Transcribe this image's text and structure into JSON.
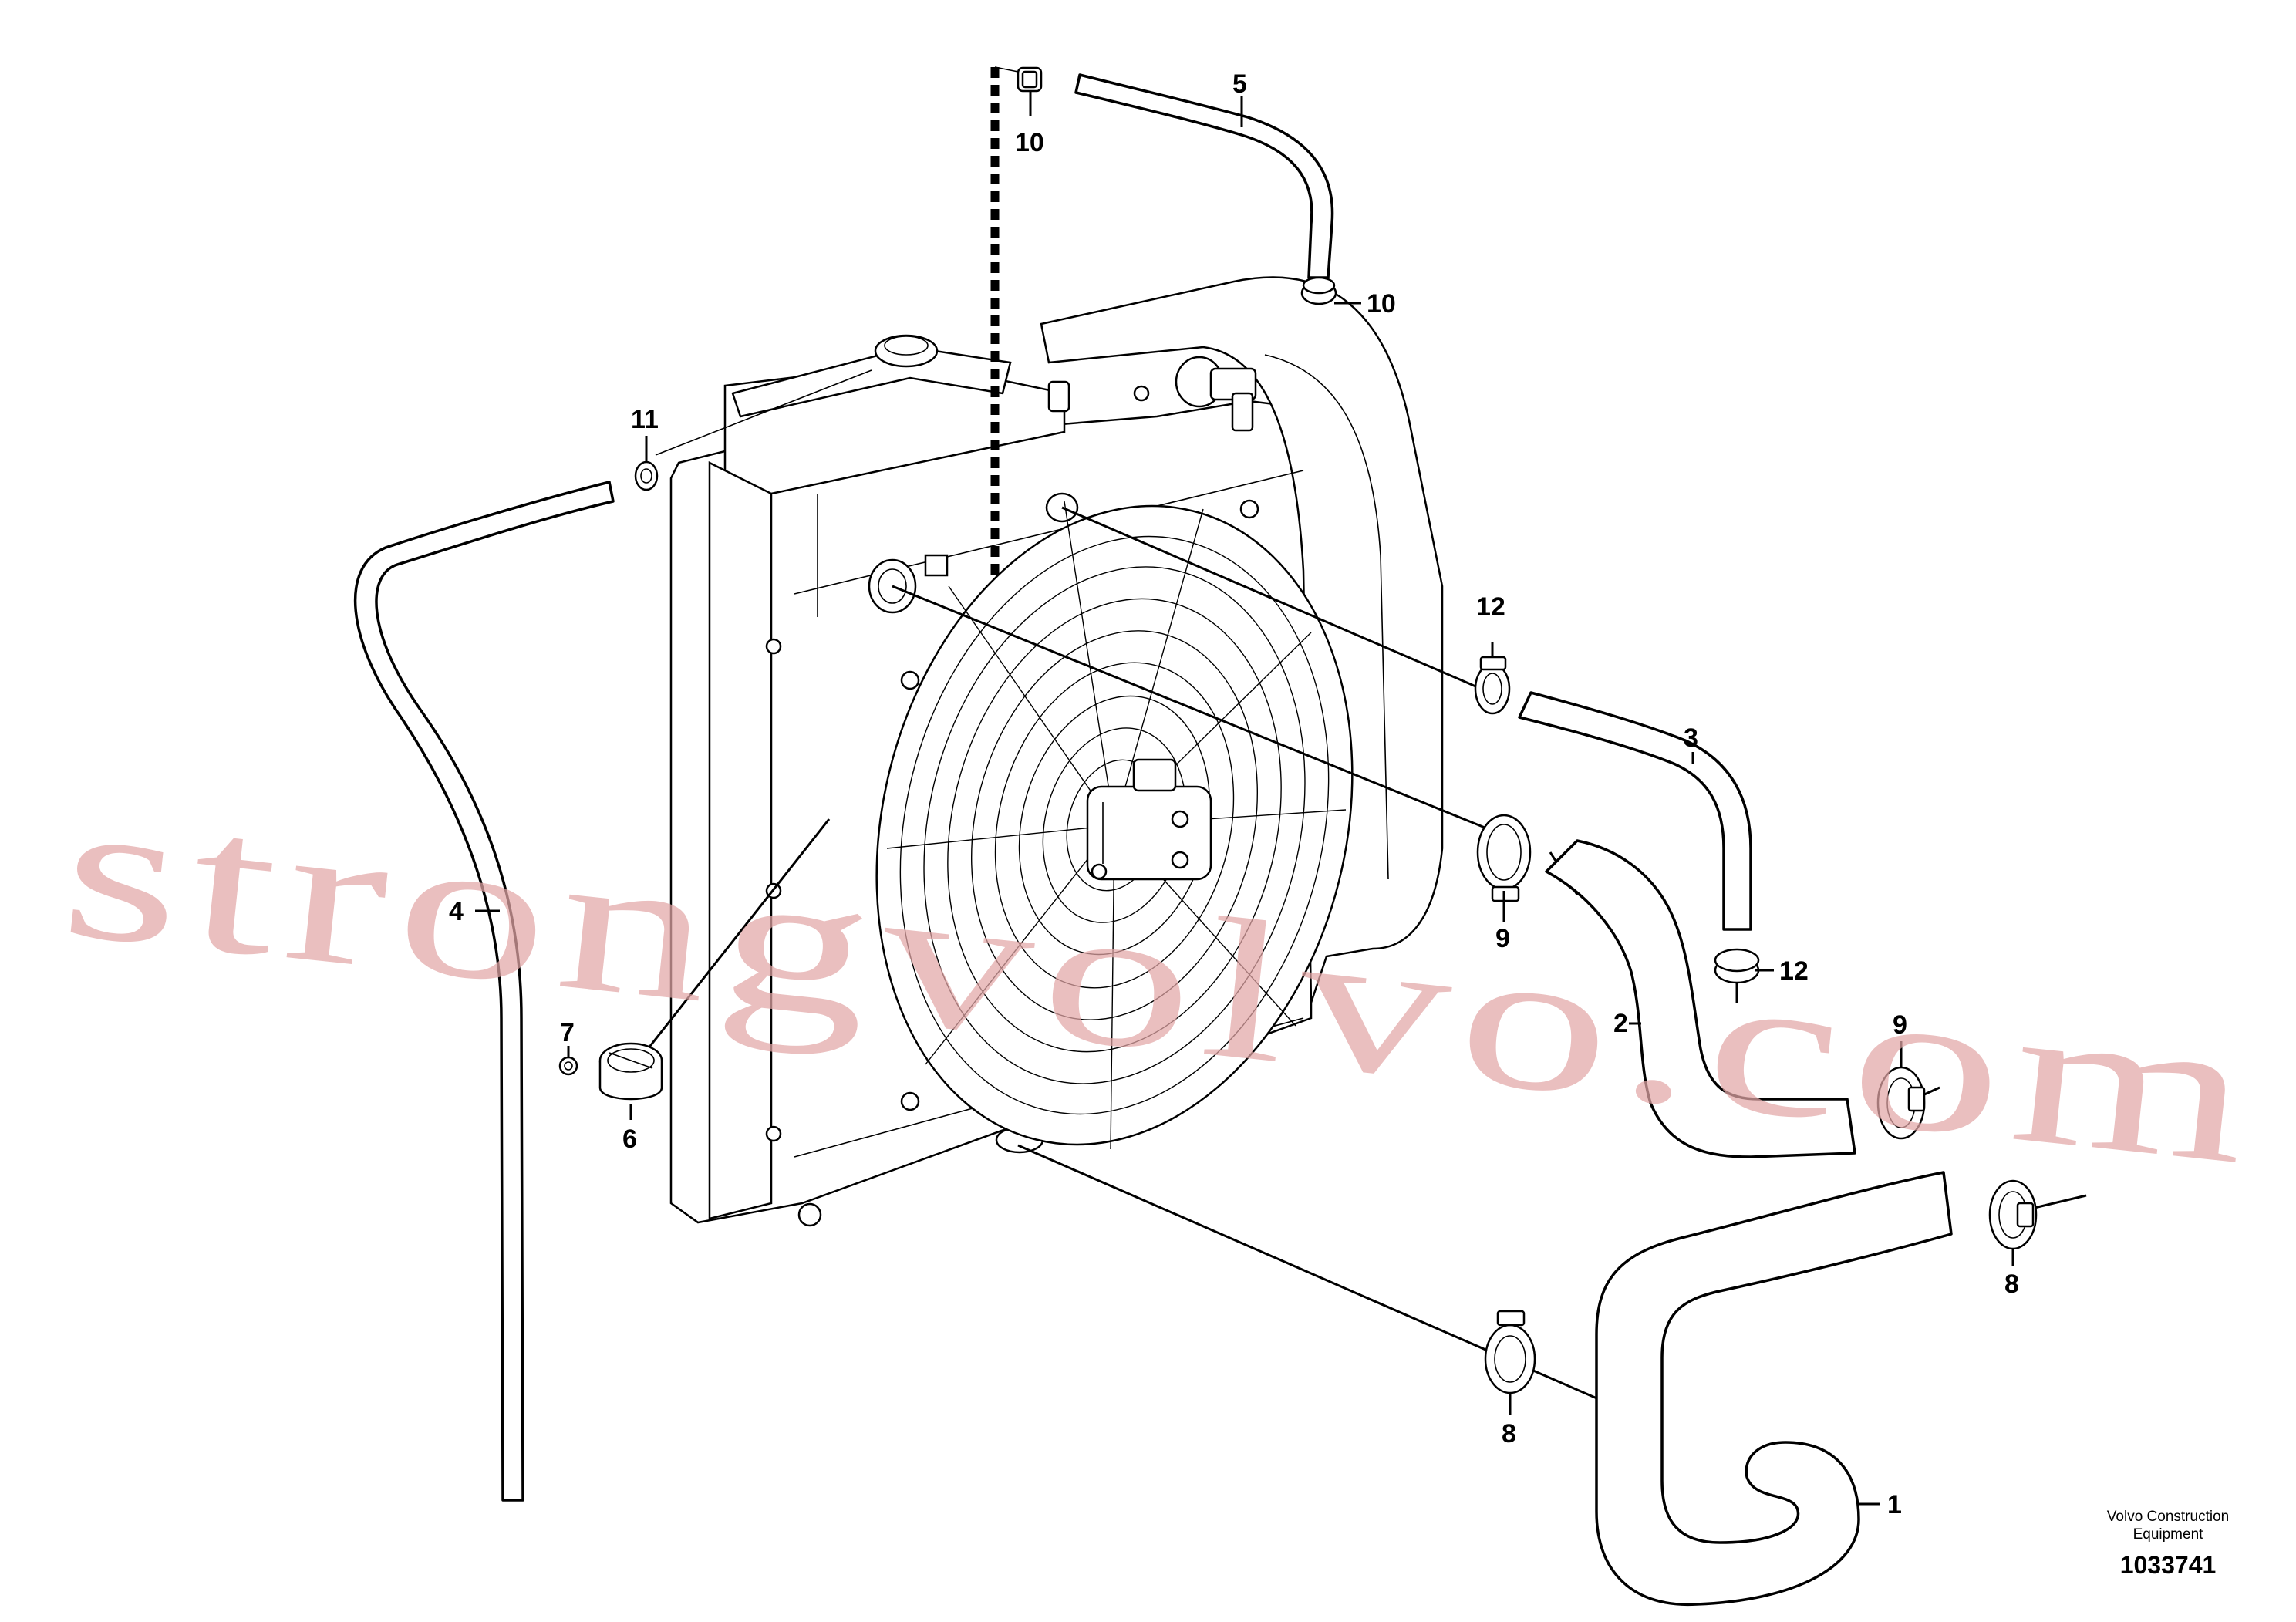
{
  "watermark": "strongvolvo.com",
  "callouts": {
    "c1": "1",
    "c2": "2",
    "c3": "3",
    "c4": "4",
    "c5": "5",
    "c6": "6",
    "c7": "7",
    "c8a": "8",
    "c8b": "8",
    "c9a": "9",
    "c9b": "9",
    "c10a": "10",
    "c10b": "10",
    "c11": "11",
    "c12a": "12",
    "c12b": "12"
  },
  "footer": {
    "company_line1": "Volvo Construction",
    "company_line2": "Equipment",
    "drawing_number": "1033741"
  }
}
